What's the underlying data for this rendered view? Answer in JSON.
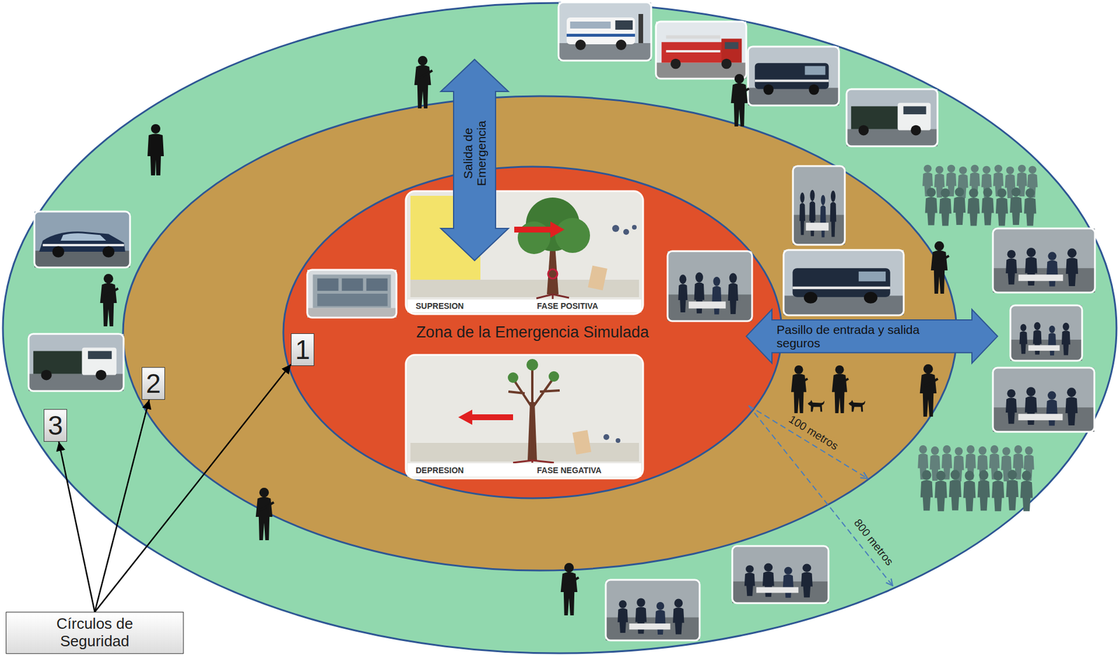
{
  "diagram": {
    "nodes": [
      {
        "text": [
          "Zona de la Emergencia Simulada"
        ]
      },
      {
        "text": [
          "Salida de Emergencia"
        ]
      },
      {
        "text": [
          "Pasillo de entrada y salida seguros"
        ]
      },
      {
        "text": [
          "1"
        ]
      },
      {
        "text": [
          "2"
        ]
      },
      {
        "text": [
          "3"
        ]
      },
      {
        "text": [
          "Círculos de Seguridad"
        ]
      }
    ],
    "edges": [
      {
        "from": 6,
        "to": 3,
        "arrow": "to"
      },
      {
        "from": 6,
        "to": 4,
        "arrow": "to"
      },
      {
        "from": 6,
        "to": 5,
        "arrow": "to"
      }
    ],
    "labels": [
      "SUPRESION",
      "FASE POSITIVA",
      "DEPRESION",
      "FASE NEGATIVA",
      "100 metros",
      "800 metros"
    ]
  }
}
